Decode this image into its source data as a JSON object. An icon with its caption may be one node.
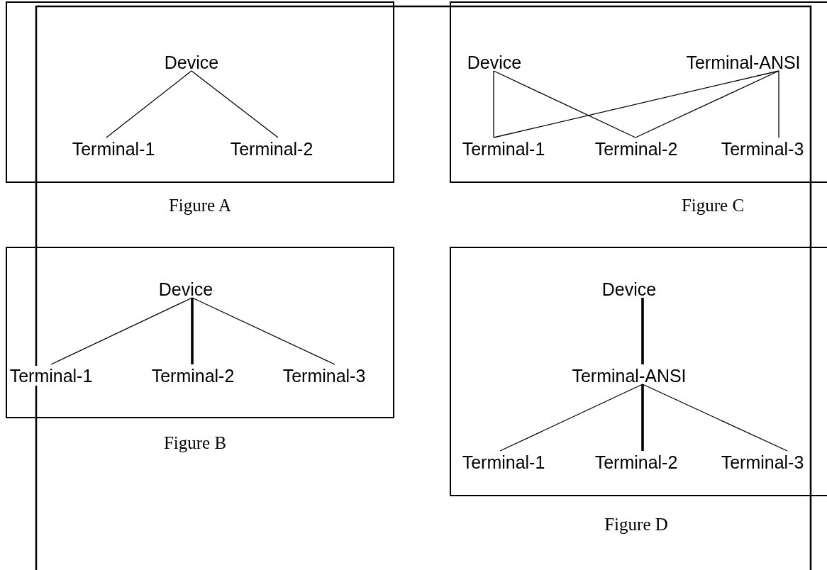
{
  "diagram": {
    "nodes": [
      {
        "text": [],
        "shape": "box",
        "beside": [
          "Figure A"
        ]
      },
      {
        "text": [
          "Device"
        ],
        "in": 0
      },
      {
        "text": [
          "Terminal-1"
        ],
        "in": 0
      },
      {
        "text": [
          "Terminal-2"
        ],
        "in": 0
      },
      {
        "text": [],
        "shape": "box",
        "beside": [
          "Figure C"
        ]
      },
      {
        "text": [
          "Device"
        ],
        "in": 4
      },
      {
        "text": [
          "Terminal-ANSI"
        ],
        "in": 4
      },
      {
        "text": [
          "Terminal-1"
        ],
        "in": 4
      },
      {
        "text": [
          "Terminal-2"
        ],
        "in": 4
      },
      {
        "text": [
          "Terminal-3"
        ],
        "in": 4
      },
      {
        "text": [],
        "shape": "box",
        "beside": [
          "Figure B"
        ]
      },
      {
        "text": [
          "Device"
        ],
        "in": 10
      },
      {
        "text": [
          "Terminal-1"
        ],
        "in": 10
      },
      {
        "text": [
          "Terminal-2"
        ],
        "in": 10
      },
      {
        "text": [
          "Terminal-3"
        ],
        "in": 10
      },
      {
        "text": [],
        "shape": "box",
        "beside": [
          "Figure D"
        ]
      },
      {
        "text": [
          "Device"
        ],
        "in": 15
      },
      {
        "text": [
          "Terminal-ANSI"
        ],
        "in": 15
      },
      {
        "text": [
          "Terminal-1"
        ],
        "in": 15
      },
      {
        "text": [
          "Terminal-2"
        ],
        "in": 15
      },
      {
        "text": [
          "Terminal-3"
        ],
        "in": 15
      }
    ],
    "edges": [
      {
        "from": 1,
        "to": 2,
        "arrow": "none"
      },
      {
        "from": 1,
        "to": 3,
        "arrow": "none"
      },
      {
        "from": 5,
        "to": 7,
        "arrow": "none"
      },
      {
        "from": 5,
        "to": 8,
        "arrow": "none"
      },
      {
        "from": 6,
        "to": 7,
        "arrow": "none"
      },
      {
        "from": 6,
        "to": 8,
        "arrow": "none"
      },
      {
        "from": 6,
        "to": 9,
        "arrow": "none"
      },
      {
        "from": 11,
        "to": 12,
        "arrow": "none"
      },
      {
        "from": 11,
        "to": 13,
        "arrow": "none",
        "style": "thick"
      },
      {
        "from": 11,
        "to": 14,
        "arrow": "none"
      },
      {
        "from": 16,
        "to": 17,
        "arrow": "none",
        "style": "thick"
      },
      {
        "from": 17,
        "to": 18,
        "arrow": "none"
      },
      {
        "from": 17,
        "to": 19,
        "arrow": "none",
        "style": "thick"
      },
      {
        "from": 17,
        "to": 20,
        "arrow": "none"
      }
    ]
  }
}
